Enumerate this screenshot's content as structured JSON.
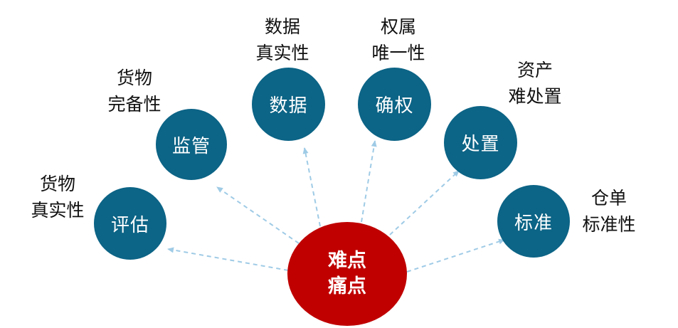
{
  "center": {
    "line1": "难点",
    "line2": "痛点"
  },
  "nodes": [
    {
      "id": "pinggu",
      "label": "评估",
      "caption": [
        "货物",
        "真实性"
      ]
    },
    {
      "id": "jianguan",
      "label": "监管",
      "caption": [
        "货物",
        "完备性"
      ]
    },
    {
      "id": "shuju",
      "label": "数据",
      "caption": [
        "数据",
        "真实性"
      ]
    },
    {
      "id": "quequan",
      "label": "确权",
      "caption": [
        "权属",
        "唯一性"
      ]
    },
    {
      "id": "chuzhi",
      "label": "处置",
      "caption": [
        "资产",
        "难处置"
      ]
    },
    {
      "id": "biaozhun",
      "label": "标准",
      "caption": [
        "仓单",
        "标准性"
      ]
    }
  ],
  "colors": {
    "node_fill": "#0c6486",
    "center_fill": "#c00000",
    "arrow": "#9fcbe6",
    "text": "#111111"
  }
}
